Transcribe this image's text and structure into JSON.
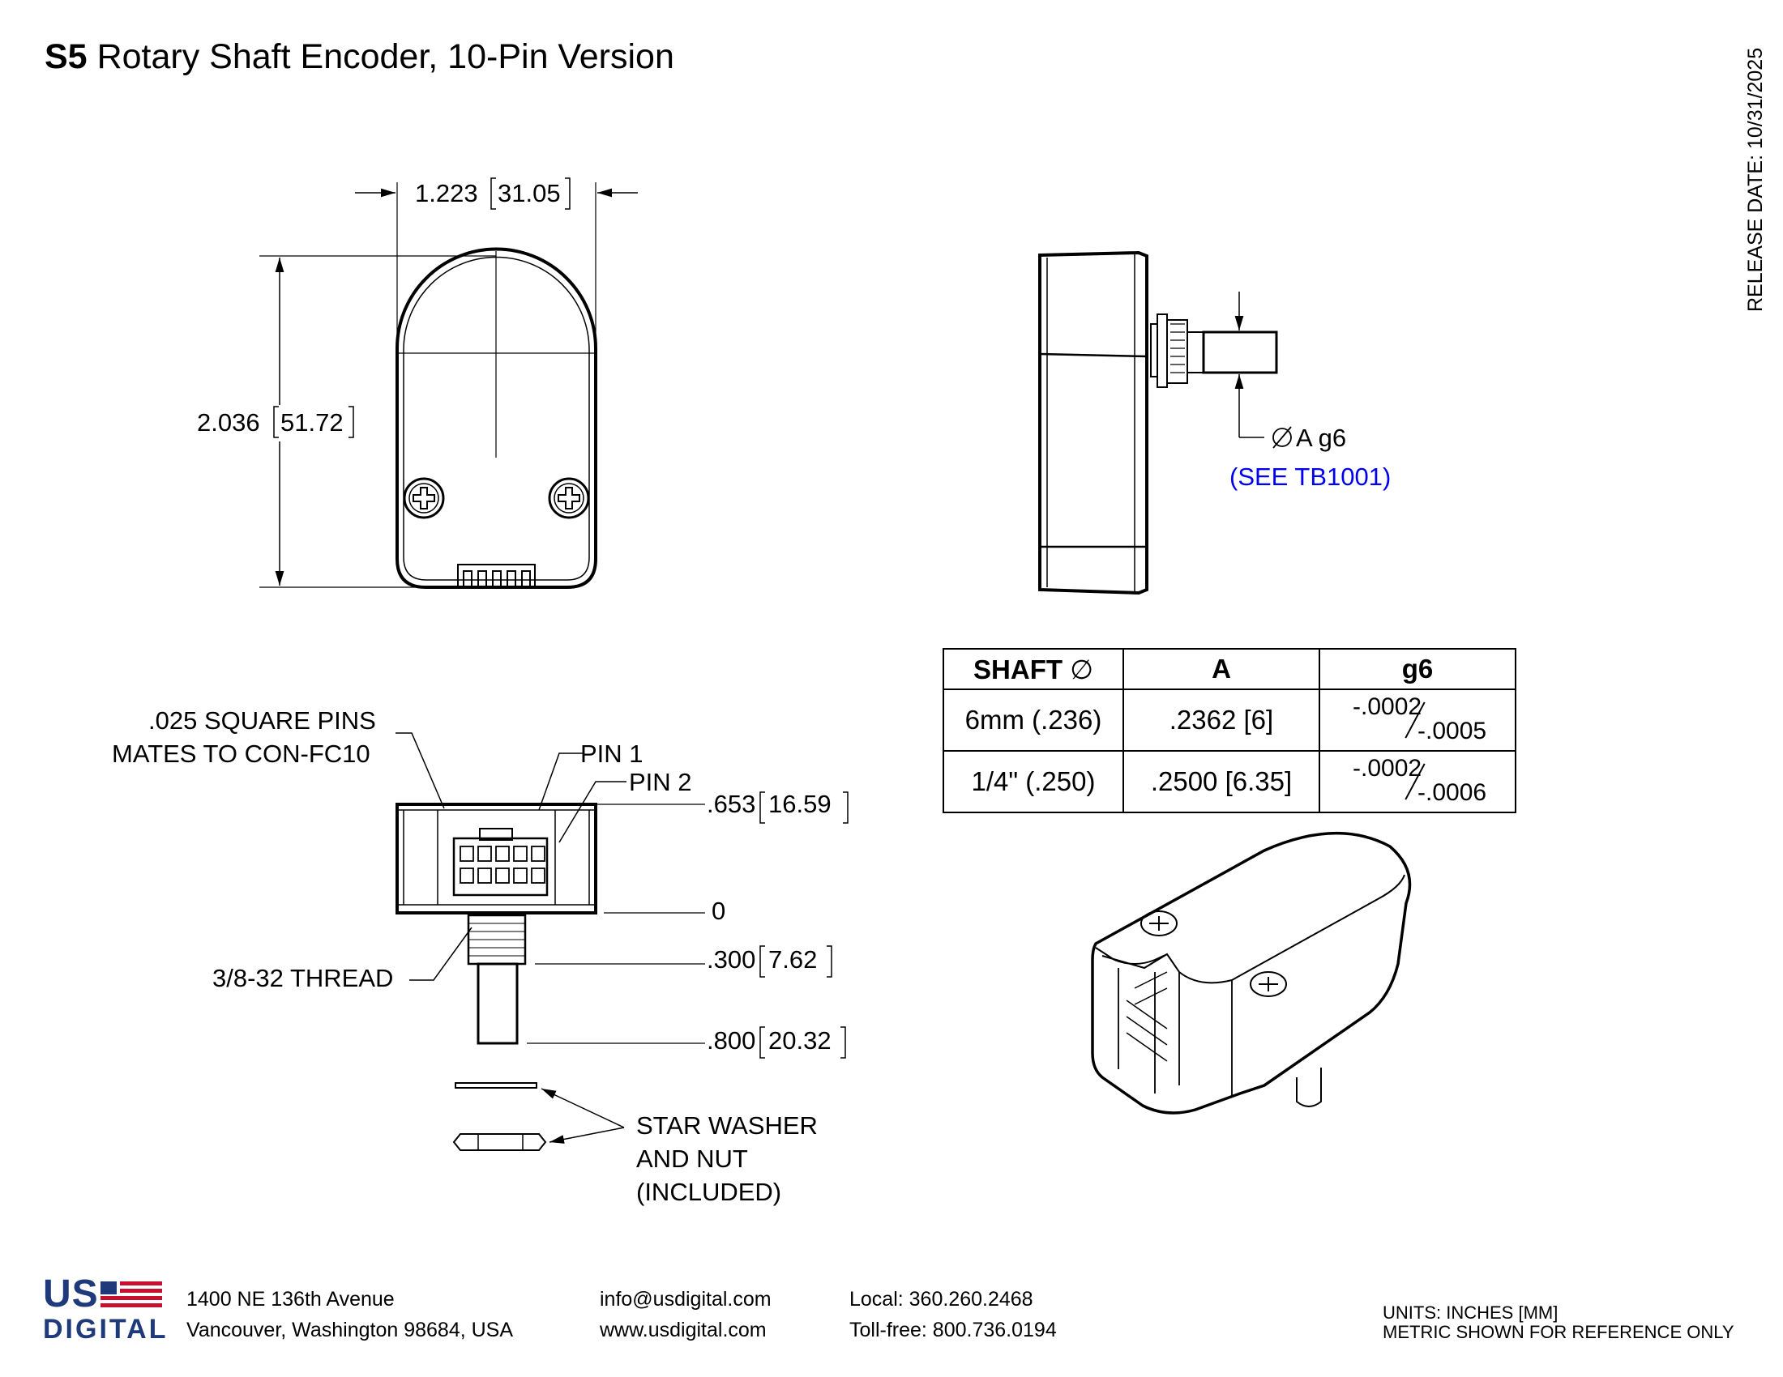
{
  "header": {
    "model": "S5",
    "title": "Rotary Shaft Encoder, 10-Pin Version",
    "release_date": "RELEASE DATE: 10/31/2025"
  },
  "top_view": {
    "width_dim": "1.223",
    "width_dim_mm": "31.05",
    "height_dim": "2.036",
    "height_dim_mm": "51.72"
  },
  "side_view": {
    "shaft_callout": "A g6",
    "diameter_symbol": "∅",
    "see_ref": "(SEE TB1001)"
  },
  "front_view": {
    "pins_note_line1": ".025 SQUARE PINS",
    "pins_note_line2": "MATES TO CON-FC10",
    "pin1": "PIN 1",
    "pin2": "PIN 2",
    "dim_top": ".653",
    "dim_top_mm": "16.59",
    "dim_zero": "0",
    "dim_thread": ".300",
    "dim_thread_mm": "7.62",
    "dim_shaft": ".800",
    "dim_shaft_mm": "20.32",
    "thread_note": "3/8-32 THREAD",
    "washer_line1": "STAR WASHER",
    "washer_line2": "AND NUT",
    "washer_line3": "(INCLUDED)"
  },
  "shaft_table": {
    "headers": {
      "shaft": "SHAFT",
      "shaft_symbol": "∅",
      "a": "A",
      "g6": "g6"
    },
    "rows": [
      {
        "shaft": "6mm (.236)",
        "a": ".2362 [6]",
        "upper": "-.0002",
        "lower": "-.0005"
      },
      {
        "shaft": "1/4\" (.250)",
        "a": ".2500 [6.35]",
        "upper": "-.0002",
        "lower": "-.0006"
      }
    ]
  },
  "footer": {
    "logo_us": "US",
    "logo_digital": "DIGITAL",
    "address1": "1400 NE 136th Avenue",
    "address2": "Vancouver, Washington 98684, USA",
    "email": "info@usdigital.com",
    "web": "www.usdigital.com",
    "phone_local": "Local: 360.260.2468",
    "phone_tollfree": "Toll-free: 800.736.0194",
    "units1": "UNITS: INCHES [MM]",
    "units2": "METRIC SHOWN FOR REFERENCE ONLY"
  },
  "colors": {
    "link": "#0000ee",
    "logo_red": "#c8102e",
    "logo_blue": "#1f3a7a"
  }
}
